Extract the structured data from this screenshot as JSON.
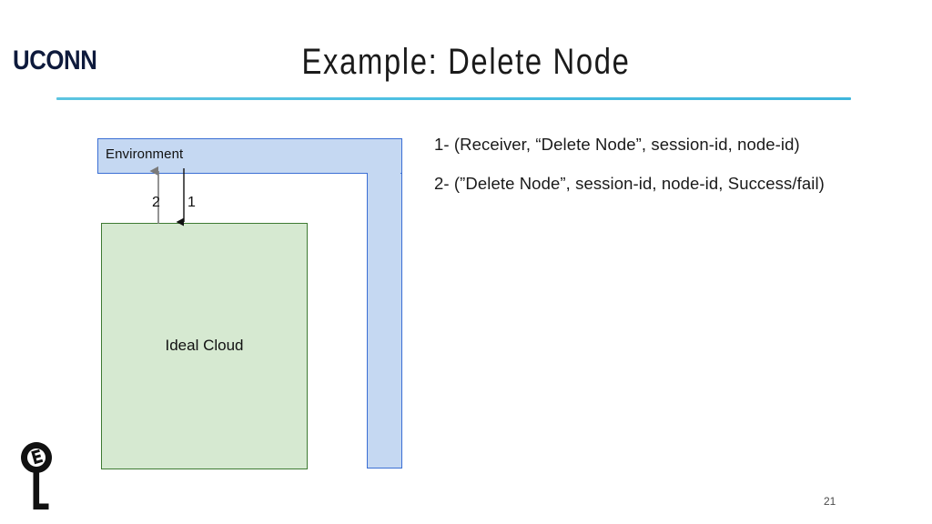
{
  "header": {
    "brand": "UCONN",
    "title": "Example: Delete Node",
    "rule_color": "#4cc0e2",
    "brand_color": "#0e1a3c"
  },
  "diagram": {
    "environment": {
      "label": "Environment",
      "fill_color": "#c5d8f2",
      "border_color": "#3b6fd4"
    },
    "ideal_cloud": {
      "label": "Ideal Cloud",
      "fill_color": "#d6e9d1",
      "border_color": "#3e7a32"
    },
    "arrows": [
      {
        "label": "2",
        "direction": "up",
        "color": "#7a7a7a"
      },
      {
        "label": "1",
        "direction": "down",
        "color": "#111111"
      }
    ]
  },
  "messages": [
    "1- (Receiver, “Delete Node”, session-id, node-id)",
    "2- (”Delete Node”, session-id, node-id, Success/fail)"
  ],
  "footer": {
    "page_number": "21",
    "logo_name": "key-with-s-logo"
  }
}
